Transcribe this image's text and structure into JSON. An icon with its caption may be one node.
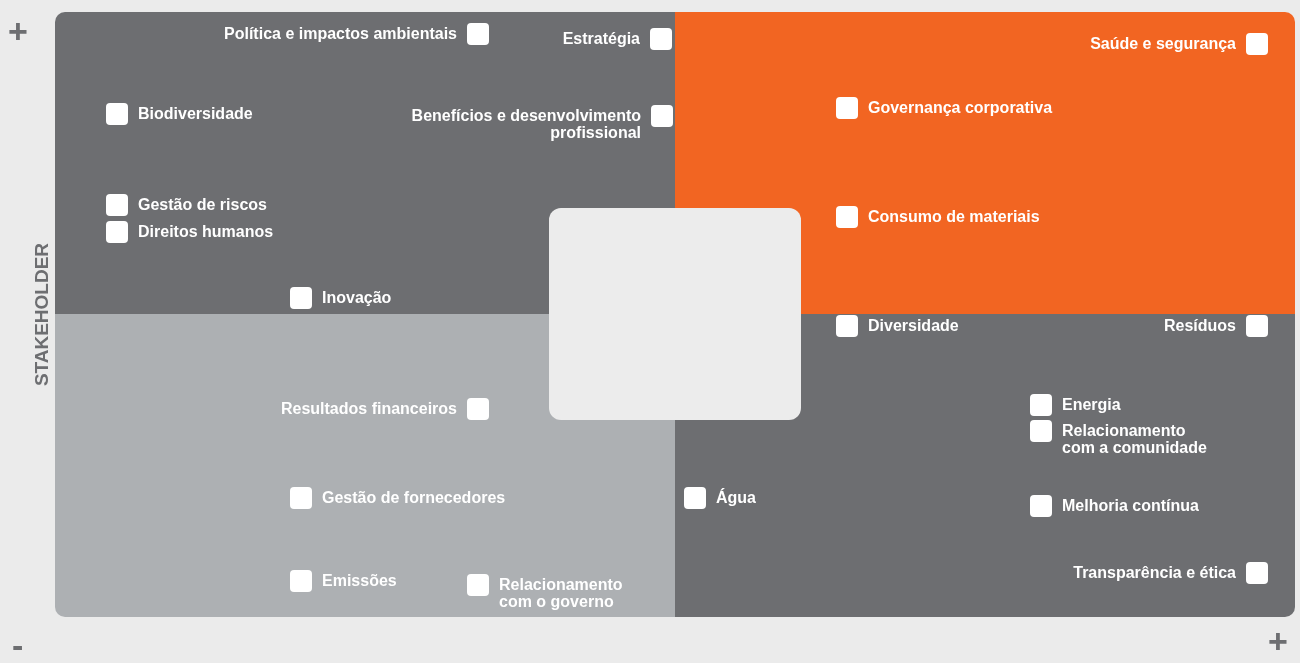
{
  "diagram": {
    "nodes": [
      {
        "text": [],
        "shape": "box"
      },
      {
        "text": [
          "Política e impactos ambientais"
        ],
        "in": 0
      },
      {
        "text": [
          "Estratégia"
        ],
        "in": 0
      },
      {
        "text": [
          "Biodiversidade"
        ],
        "in": 0
      },
      {
        "text": [
          "Benefícios e desenvolvimento profissional"
        ],
        "in": 0
      },
      {
        "text": [
          "Gestão de riscos"
        ],
        "in": 0
      },
      {
        "text": [
          "Direitos humanos"
        ],
        "in": 0
      },
      {
        "text": [
          "Inovação"
        ],
        "in": 0
      },
      {
        "text": [],
        "shape": "box"
      },
      {
        "text": [
          "Saúde e segurança"
        ],
        "in": 8
      },
      {
        "text": [
          "Governança corporativa"
        ],
        "in": 8
      },
      {
        "text": [
          "Consumo de materiais"
        ],
        "in": 8
      },
      {
        "text": [],
        "shape": "box"
      },
      {
        "text": [
          "Resultados financeiros"
        ],
        "in": 12
      },
      {
        "text": [
          "Gestão de fornecedores"
        ],
        "in": 12
      },
      {
        "text": [
          "Emissões"
        ],
        "in": 12
      },
      {
        "text": [
          "Relacionamento com o governo"
        ],
        "in": 12
      },
      {
        "text": [],
        "shape": "box"
      },
      {
        "text": [
          "Diversidade"
        ],
        "in": 17
      },
      {
        "text": [
          "Resíduos"
        ],
        "in": 17
      },
      {
        "text": [
          "Energia"
        ],
        "in": 17
      },
      {
        "text": [
          "Relacionamento com a comunidade"
        ],
        "in": 17
      },
      {
        "text": [
          "Água"
        ],
        "in": 17
      },
      {
        "text": [
          "Melhoria contínua"
        ],
        "in": 17
      },
      {
        "text": [
          "Transparência e ética"
        ],
        "in": 17
      },
      {
        "text": [],
        "shape": "box"
      }
    ],
    "edges": [],
    "labels": [
      "+",
      "STAKEHOLDER",
      "-",
      "+"
    ]
  }
}
